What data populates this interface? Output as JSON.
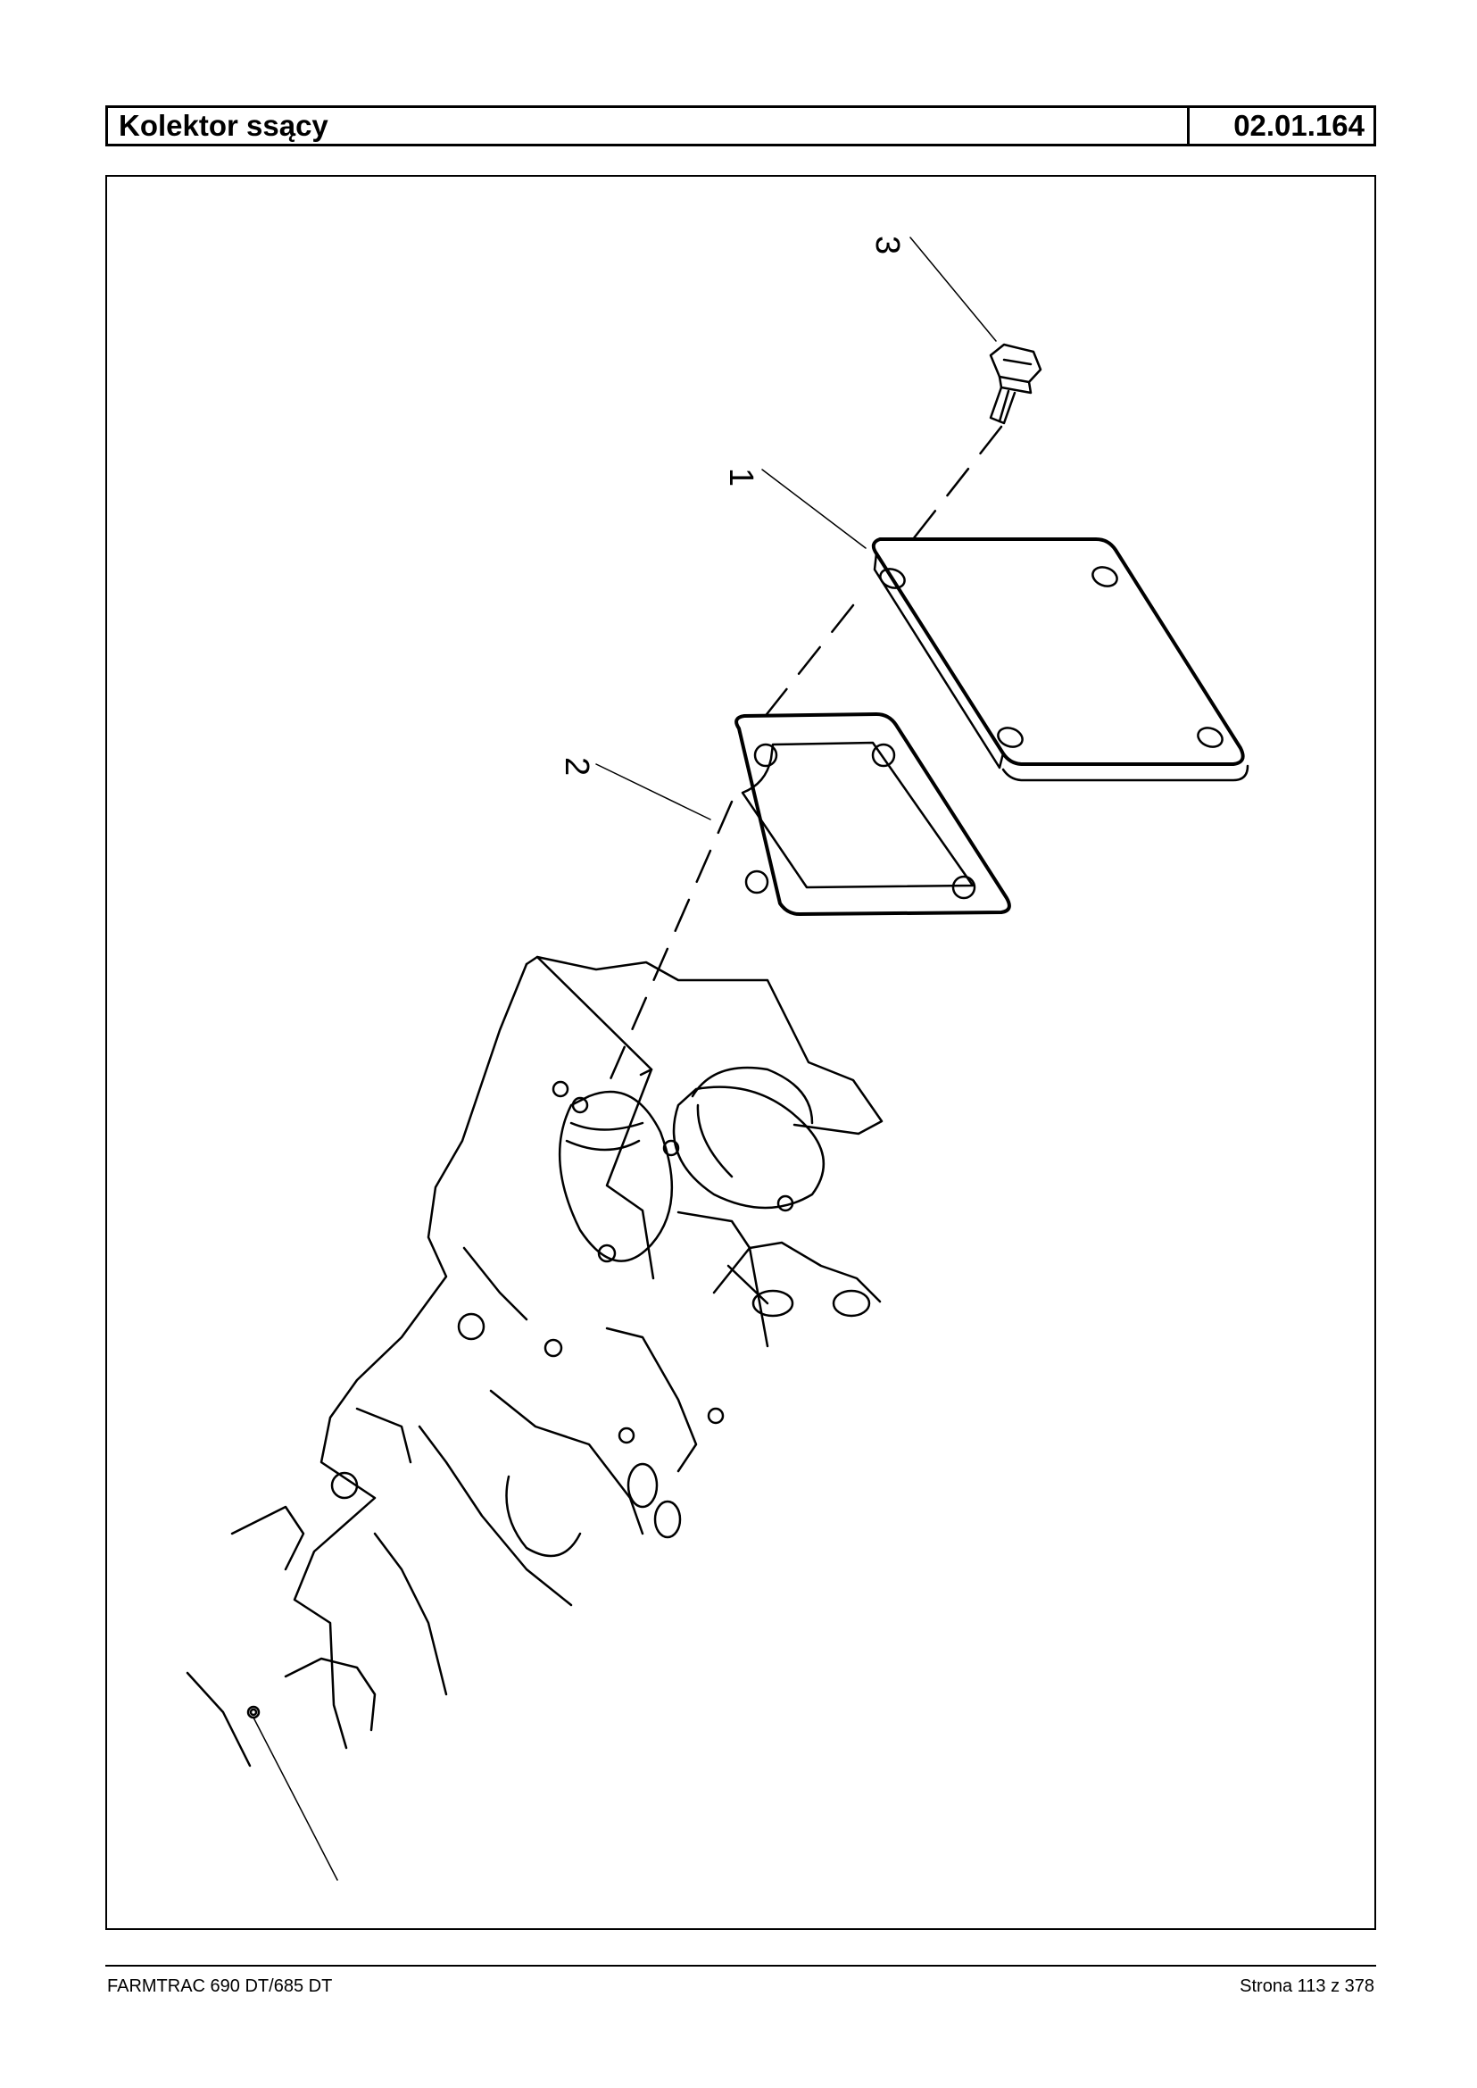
{
  "header": {
    "title": "Kolektor ssący",
    "code": "02.01.164"
  },
  "diagram": {
    "callouts": [
      "1",
      "2",
      "3"
    ]
  },
  "footer": {
    "model": "FARMTRAC 690 DT/685 DT",
    "page": "Strona 113 z 378"
  }
}
